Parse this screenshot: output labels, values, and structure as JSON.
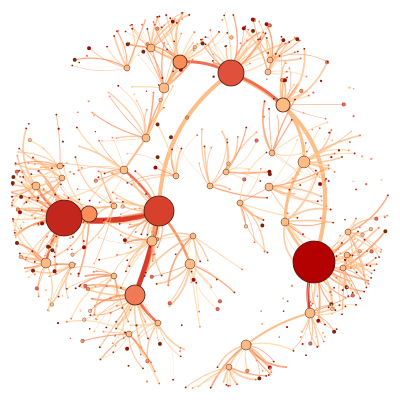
{
  "diagram": {
    "kind": "network-graph",
    "layout": "radial-force",
    "palette": {
      "background": "#ffffff",
      "node_outline": "#4a1a10",
      "hub_dark": "#b30000",
      "hub_mid": "#d7301f",
      "hub_orange": "#ef6548",
      "node_light": "#fc8d59",
      "node_pale": "#fdbb84",
      "node_faint": "#fdd49e",
      "leaf_dark": "#7f2704"
    },
    "hubs": [
      {
        "id": "hub-a",
        "tier": 1,
        "color": "#b30000"
      },
      {
        "id": "hub-b",
        "tier": 1,
        "color": "#c2261c"
      },
      {
        "id": "hub-c",
        "tier": 2,
        "color": "#d7412c"
      },
      {
        "id": "hub-d",
        "tier": 2,
        "color": "#e0503a"
      },
      {
        "id": "hub-e",
        "tier": 3,
        "color": "#f07a55"
      }
    ],
    "main_links": [
      {
        "from": "hub-b",
        "to": "hub-c",
        "weight": 5
      },
      {
        "from": "hub-c",
        "to": "hub-e",
        "weight": 4
      },
      {
        "from": "hub-c",
        "to": "hub-d",
        "weight": 3
      },
      {
        "from": "hub-d",
        "to": "hub-a",
        "weight": 3
      }
    ]
  }
}
